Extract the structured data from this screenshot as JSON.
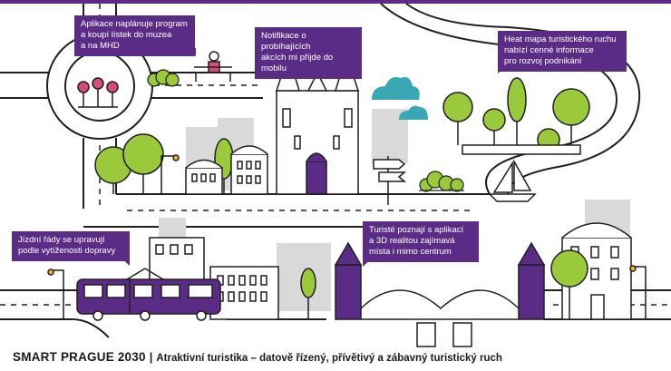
{
  "callouts": {
    "museum": "Aplikace naplánuje program\na koupí lístek do muzea\na na MHD",
    "notifications": "Notifikace o probíhajících\nakcích mi přijde do mobilu",
    "heatmap": "Heat mapa turistického ruchu\nnabízí cenné informace\npro rozvoj podnikání",
    "timetables": "Jízdní řády se upravují\npodle vytíženosti dopravy",
    "ar_tourists": "Turisté poznají s aplikací\na 3D realitou zajímavá\nmísta i mimo centrum"
  },
  "footer": {
    "brand": "SMART PRAGUE 2030",
    "separator": "|",
    "subtitle": "Atraktivní turistika – datově řízený, přívětivý a zábavný turistický ruch"
  },
  "colors": {
    "purple": "#5b2c86",
    "green": "#9bc93c",
    "teal": "#3aa7b4",
    "gray": "#cfcfcf",
    "line": "#1f1f1f",
    "accent_pink": "#d84a7a"
  },
  "icons": [
    "roundabout",
    "flowers",
    "person-bench",
    "church-tower",
    "clouds",
    "signpost",
    "sailboat",
    "bridge-towers",
    "tram",
    "street-lamp",
    "trees",
    "buildings"
  ]
}
